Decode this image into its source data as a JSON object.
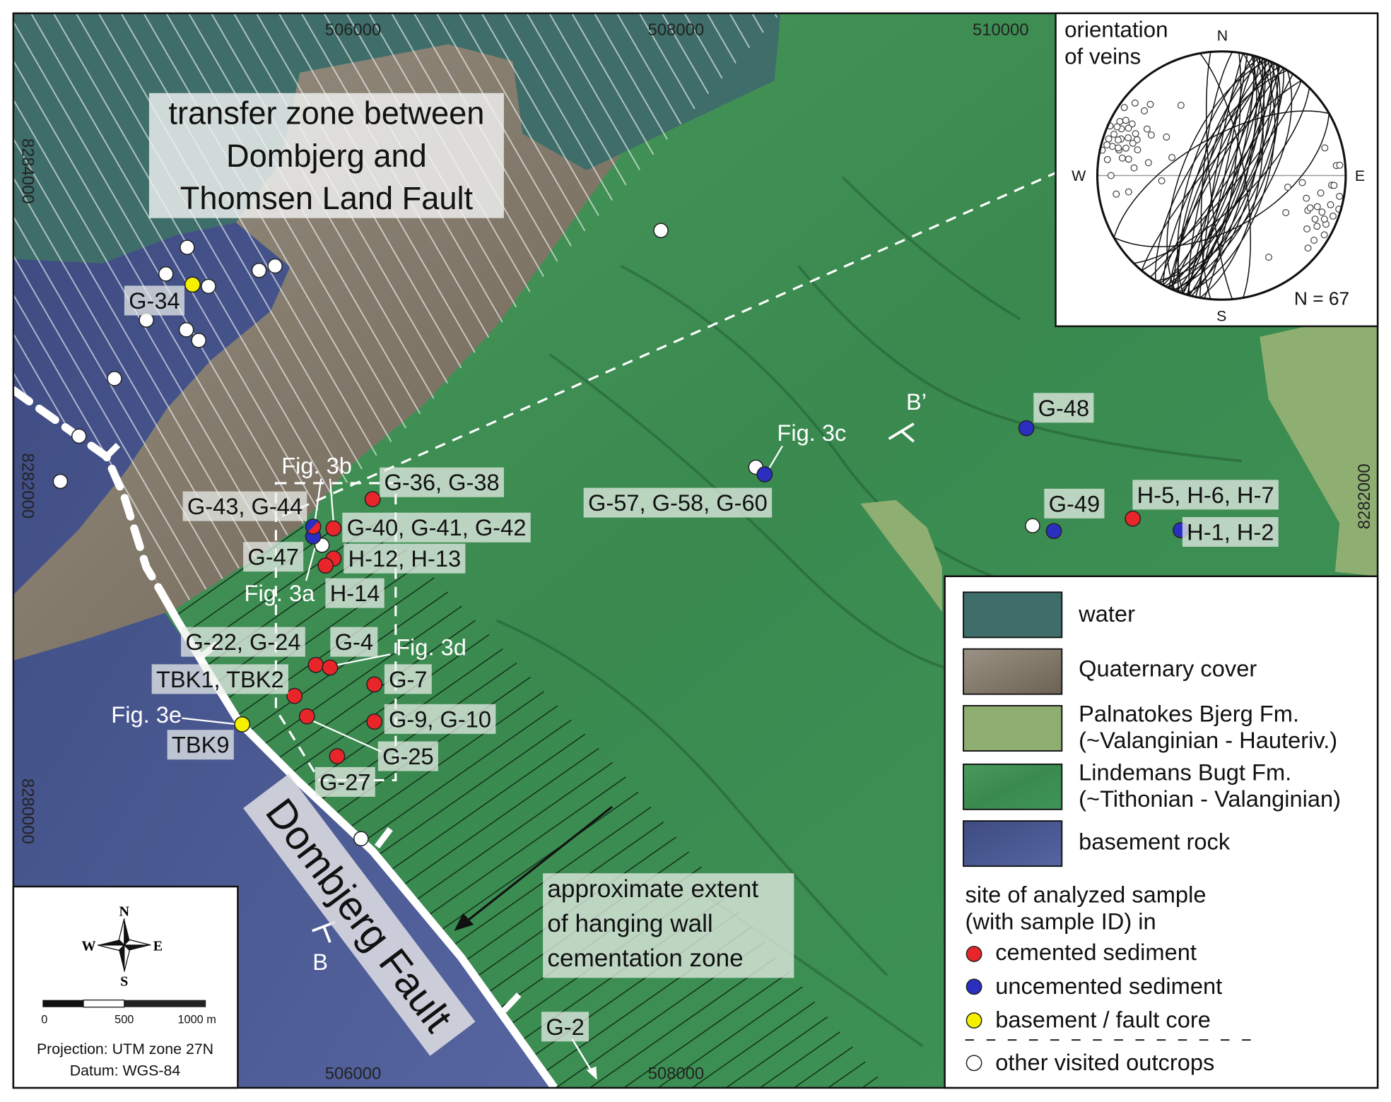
{
  "colors": {
    "water": "#3f6e6a",
    "quaternary": "#7a7064",
    "palnatokes": "#86a66a",
    "lindemans": "#3d8f52",
    "basement": "#4c5a8e",
    "cemented": "#e8262a",
    "uncemented": "#2a2fc0",
    "basement_core": "#f4f000",
    "other": "#ffffff"
  },
  "coords": {
    "top": [
      "506000",
      "508000",
      "510000"
    ],
    "bottom": [
      "506000",
      "508000"
    ],
    "left": [
      "8284000",
      "8282000",
      "8280000"
    ],
    "right": [
      "8282000"
    ]
  },
  "callouts": {
    "transfer_zone": [
      "transfer zone between",
      "Dombjerg and",
      "Thomsen Land Fault"
    ],
    "hanging_wall": [
      "approximate extent",
      "of hanging wall",
      "cementation zone"
    ],
    "fault_name": "Dombjerg Fault"
  },
  "samples": [
    "G-34",
    "G-36, G-38",
    "G-43, G-44",
    "G-40, G-41, G-42",
    "G-47",
    "H-12, H-13",
    "H-14",
    "G-22, G-24",
    "G-4",
    "TBK1, TBK2",
    "G-7",
    "G-9, G-10",
    "TBK9",
    "G-25",
    "G-27",
    "G-57, G-58, G-60",
    "G-48",
    "G-49",
    "H-5, H-6, H-7",
    "H-1, H-2",
    "G-2"
  ],
  "figures": [
    "Fig. 3a",
    "Fig. 3b",
    "Fig. 3c",
    "Fig. 3d",
    "Fig. 3e"
  ],
  "section": {
    "start": "B",
    "end": "B’"
  },
  "stereonet": {
    "title": [
      "orientation",
      "of veins"
    ],
    "n_label": "N = 67",
    "directions": {
      "n": "N",
      "s": "S",
      "e": "E",
      "w": "W"
    },
    "planes": [
      [
        15,
        80
      ],
      [
        20,
        75
      ],
      [
        18,
        85
      ],
      [
        22,
        70
      ],
      [
        25,
        78
      ],
      [
        28,
        82
      ],
      [
        12,
        88
      ],
      [
        195,
        80
      ],
      [
        200,
        75
      ],
      [
        198,
        70
      ],
      [
        205,
        82
      ],
      [
        10,
        65
      ],
      [
        30,
        72
      ],
      [
        35,
        85
      ],
      [
        190,
        86
      ],
      [
        202,
        64
      ],
      [
        17,
        60
      ],
      [
        24,
        88
      ],
      [
        208,
        76
      ],
      [
        14,
        74
      ],
      [
        40,
        80
      ],
      [
        212,
        70
      ],
      [
        8,
        82
      ],
      [
        185,
        78
      ],
      [
        26,
        66
      ],
      [
        32,
        60
      ],
      [
        196,
        88
      ],
      [
        21,
        82
      ],
      [
        45,
        70
      ],
      [
        220,
        80
      ],
      [
        350,
        75
      ],
      [
        175,
        82
      ],
      [
        19,
        77
      ],
      [
        27,
        73
      ],
      [
        203,
        79
      ],
      [
        210,
        85
      ],
      [
        16,
        69
      ],
      [
        23,
        63
      ],
      [
        60,
        55
      ],
      [
        240,
        65
      ]
    ],
    "extra_poles": [
      [
        285,
        15
      ],
      [
        290,
        25
      ],
      [
        275,
        30
      ],
      [
        95,
        10
      ],
      [
        100,
        20
      ],
      [
        110,
        5
      ],
      [
        280,
        40
      ],
      [
        295,
        8
      ],
      [
        300,
        35
      ],
      [
        105,
        30
      ],
      [
        270,
        12
      ],
      [
        115,
        18
      ],
      [
        260,
        25
      ],
      [
        85,
        5
      ],
      [
        120,
        40
      ],
      [
        310,
        20
      ],
      [
        305,
        45
      ],
      [
        95,
        35
      ],
      [
        75,
        15
      ],
      [
        265,
        50
      ],
      [
        290,
        55
      ],
      [
        125,
        10
      ],
      [
        285,
        5
      ],
      [
        100,
        45
      ],
      [
        280,
        20
      ],
      [
        110,
        25
      ],
      [
        300,
        12
      ]
    ]
  },
  "legend": {
    "units": [
      {
        "key": "water",
        "lines": [
          "water"
        ]
      },
      {
        "key": "quaternary",
        "lines": [
          "Quaternary cover"
        ]
      },
      {
        "key": "palnatokes",
        "lines": [
          "Palnatokes Bjerg Fm.",
          "(~Valanginian - Hauteriv.)"
        ]
      },
      {
        "key": "lindemans",
        "lines": [
          "Lindemans Bugt Fm.",
          "(~Tithonian - Valanginian)"
        ]
      },
      {
        "key": "basement",
        "lines": [
          "basement rock"
        ]
      }
    ],
    "sites_title": [
      "site of analyzed sample",
      "(with sample ID) in"
    ],
    "sites": [
      "cemented sediment",
      "uncemented sediment",
      "basement / fault core"
    ],
    "other": "other visited outcrops"
  },
  "north_arrow": {
    "n": "N",
    "s": "S",
    "e": "E",
    "w": "W",
    "scale": [
      "0",
      "500",
      "1000 m"
    ],
    "projection": "Projection: UTM zone 27N",
    "datum": "Datum: WGS-84"
  }
}
